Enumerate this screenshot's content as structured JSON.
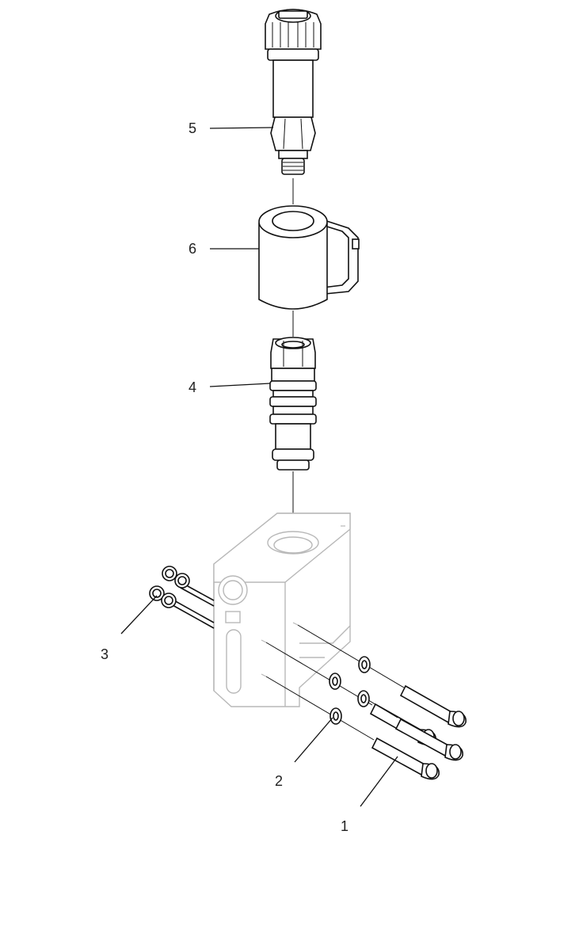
{
  "callouts": [
    {
      "id": "1",
      "label": "1"
    },
    {
      "id": "2",
      "label": "2"
    },
    {
      "id": "3",
      "label": "3"
    },
    {
      "id": "4",
      "label": "4"
    },
    {
      "id": "5",
      "label": "5"
    },
    {
      "id": "6",
      "label": "6"
    }
  ],
  "colors": {
    "line": "#111111",
    "ghost_body": "#b8b8b8",
    "label": "#222222",
    "background": "#ffffff"
  }
}
